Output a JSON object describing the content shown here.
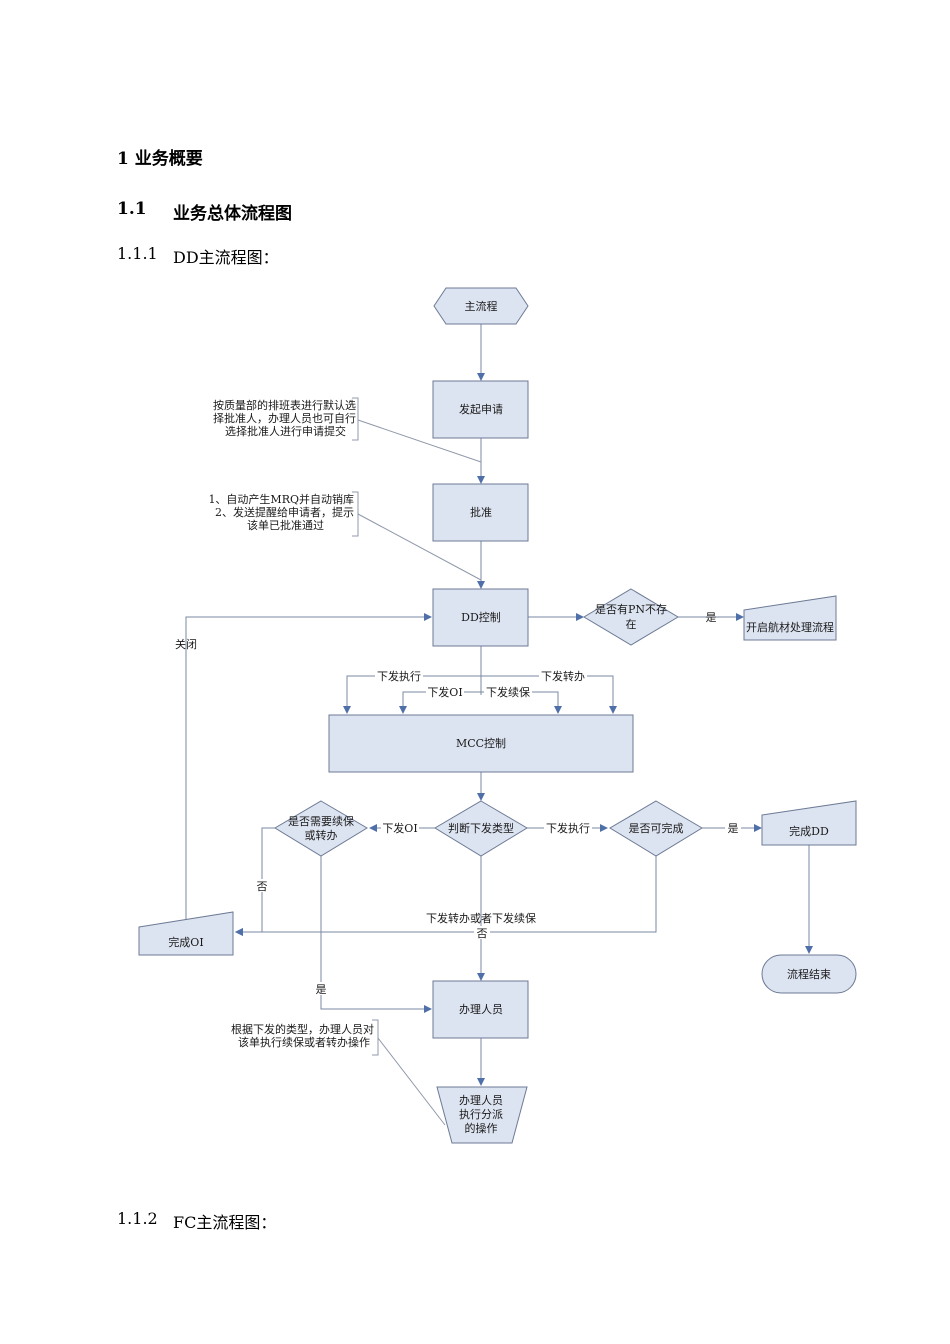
{
  "headings": {
    "h1": "1  业务概要",
    "h2_num": "1.1",
    "h2_text": "业务总体流程图",
    "h3_num": "1.1.1",
    "h3_text": "DD主流程图：",
    "h4_num": "1.1.2",
    "h4_text": "FC主流程图："
  },
  "flowchart": {
    "nodes": {
      "start": "主流程",
      "submit": "发起申请",
      "approve": "批准",
      "dd_control": "DD控制",
      "pn_check": [
        "是否有PN不存",
        "在"
      ],
      "open_material": "开启航材处理流程",
      "mcc_control": "MCC控制",
      "judge_type": "判断下发类型",
      "need_renew": [
        "是否需要续保",
        "或转办"
      ],
      "can_complete": "是否可完成",
      "complete_dd": "完成DD",
      "complete_oi": "完成OI",
      "flow_end": "流程结束",
      "handler": "办理人员",
      "handler_assign": [
        "办理人员",
        "执行分派",
        "的操作"
      ]
    },
    "notes": {
      "submit_note": [
        "按质量部的排班表进行默认选",
        "择批准人，办理人员也可自行",
        "选择批准人进行申请提交"
      ],
      "approve_note": [
        "1、自动产生MRQ并自动销库",
        "2、发送提醒给申请者，提示",
        "该单已批准通过"
      ],
      "handler_note": [
        "根据下发的类型，办理人员对",
        "该单执行续保或者转办操作"
      ]
    },
    "edge_labels": {
      "close": "关闭",
      "pn_yes": "是",
      "issue_execute": "下发执行",
      "issue_transfer": "下发转办",
      "issue_oi": "下发OI",
      "issue_renew": "下发续保",
      "judge_left": "下发OI",
      "judge_right": "下发执行",
      "complete_yes": "是",
      "renew_no": "否",
      "transfer_or_renew": "下发转办或者下发续保",
      "complete_no": "否",
      "renew_yes": "是"
    }
  },
  "colors": {
    "shape_fill": "#dde4f1",
    "shape_stroke": "#6c7a95",
    "line": "#7b88a3",
    "arrow": "#4f6fa8"
  }
}
